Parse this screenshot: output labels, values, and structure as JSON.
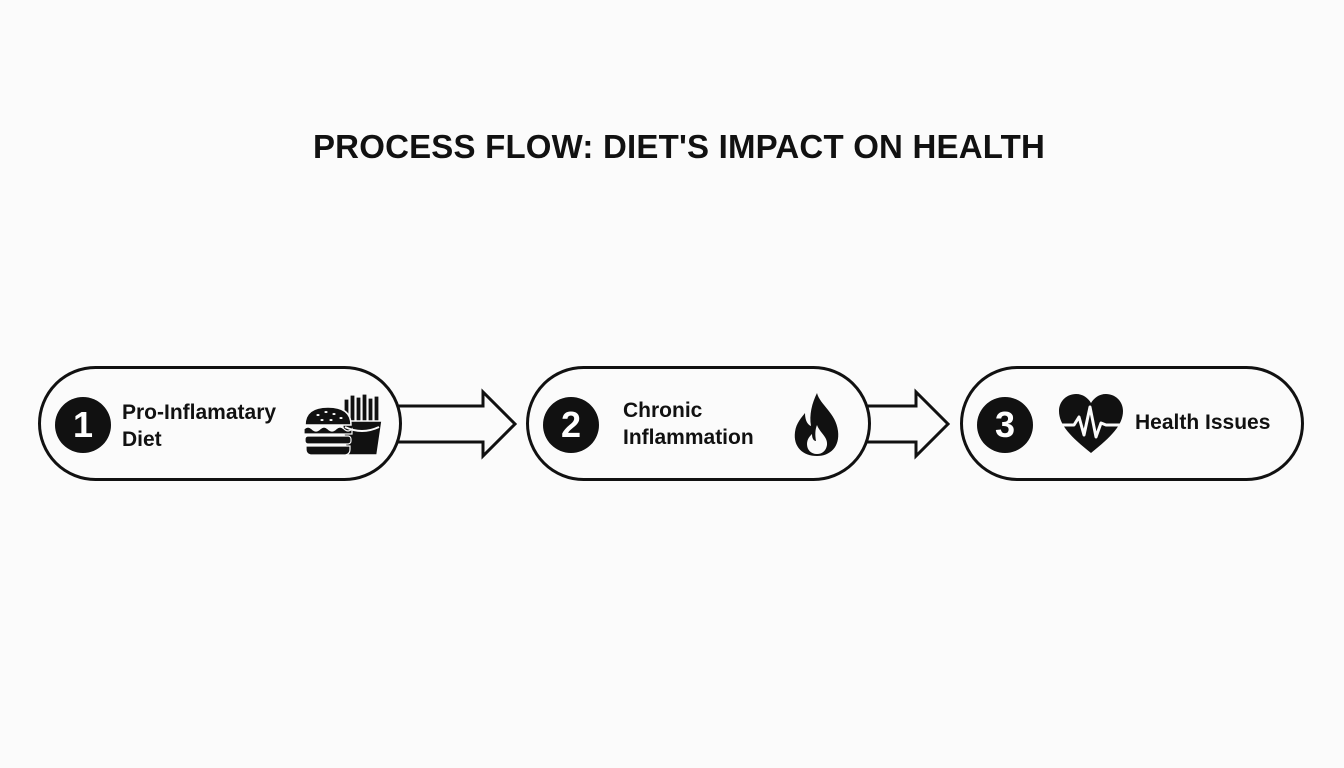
{
  "title": "PROCESS FLOW: DIET'S IMPACT ON HEALTH",
  "colors": {
    "stroke": "#111111",
    "background": "#fbfbfb"
  },
  "steps": [
    {
      "number": "1",
      "label_lines": [
        "Pro-Inflamatary",
        "Diet"
      ],
      "icon": "burger-fries-icon"
    },
    {
      "number": "2",
      "label_lines": [
        "Chronic",
        "Inflammation"
      ],
      "icon": "flame-icon"
    },
    {
      "number": "3",
      "label_lines": [
        "Health Issues"
      ],
      "icon": "heart-pulse-icon"
    }
  ]
}
